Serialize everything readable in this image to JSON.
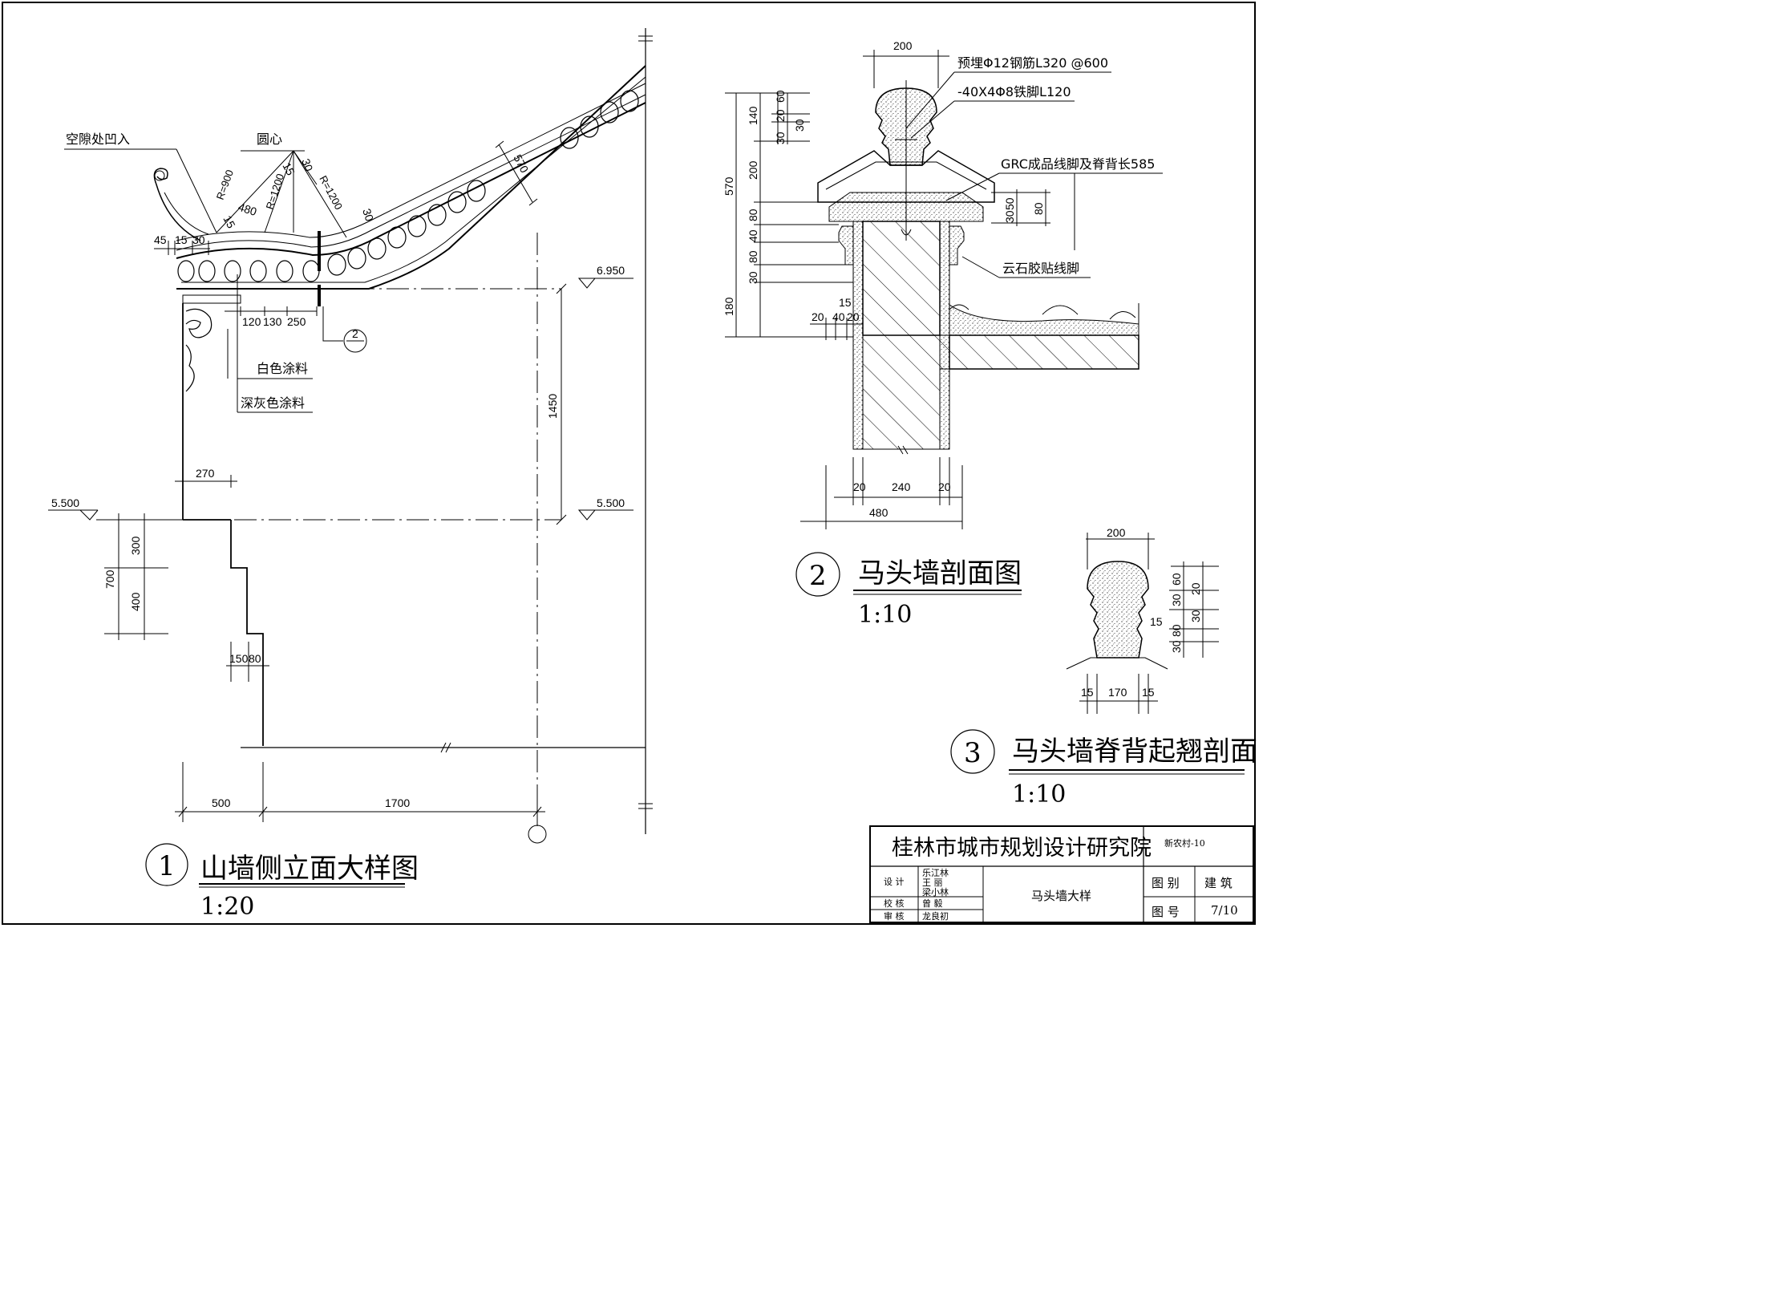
{
  "drawings": {
    "elevation": {
      "number": "1",
      "title": "山墙侧立面大样图",
      "scale": "1:20",
      "labels": {
        "gap_recess": "空隙处凹入",
        "center": "圆心",
        "white_paint": "白色涂料",
        "dark_gray_paint": "深灰色涂料"
      },
      "radii": {
        "r900": "R=900",
        "r1200a": "R=1200",
        "r1200b": "R=1200"
      },
      "dims": {
        "d45": "45",
        "d15": "15",
        "d30a": "30",
        "d480": "480",
        "d15b": "15",
        "d15c": "15",
        "d30b": "30",
        "d30c": "30",
        "d570": "570",
        "d120": "120",
        "d130": "130",
        "d250": "250",
        "d270": "270",
        "d300": "300",
        "d400": "400",
        "d700": "700",
        "d1450": "1450",
        "d150": "150",
        "d80": "80",
        "d500": "500",
        "d1700": "1700"
      },
      "levels": {
        "top": "6.950",
        "mid": "5.500",
        "left": "5.500"
      },
      "section_ref": {
        "number": "2",
        "sheet": "—"
      }
    },
    "section_2": {
      "number": "2",
      "title": "马头墙剖面图",
      "scale": "1:10",
      "labels": {
        "rebar": "预埋Φ12钢筋L320 @600",
        "iron": "-40X4Φ8铁脚L120",
        "grc": "GRC成品线脚及脊背长585",
        "stone": "云石胶贴线脚"
      },
      "dims": {
        "top200": "200",
        "v570": "570",
        "v140": "140",
        "v200": "200",
        "v80": "80",
        "v40": "40",
        "v80b": "80",
        "v30": "30",
        "v180": "180",
        "v60": "60",
        "v20": "20",
        "v30b": "30",
        "v30c": "30",
        "r50": "50",
        "r30": "30",
        "r80": "80",
        "h20a": "20",
        "h40": "40",
        "h20b": "20",
        "h15": "15",
        "b20a": "20",
        "b240": "240",
        "b20b": "20",
        "b480": "480"
      }
    },
    "section_3": {
      "number": "3",
      "title": "马头墙脊背起翘剖面",
      "scale": "1:10",
      "dims": {
        "top200": "200",
        "v60": "60",
        "v30": "30",
        "v20": "20",
        "v30b": "30",
        "v15": "15",
        "v80": "80",
        "v30c": "30",
        "b15a": "15",
        "b170": "170",
        "b15b": "15"
      }
    }
  },
  "title_block": {
    "institute": "桂林市城市规划设计研究院",
    "project": "新农村-10",
    "drawing_name": "马头墙大样",
    "rows": {
      "design_label": "设  计",
      "designers": [
        "乐江林",
        "王  丽",
        "梁小林"
      ],
      "check_label": "校 核",
      "checker": "曾  毅",
      "review_label": "审 核",
      "reviewer": "龙良初"
    },
    "category_label": "图 别",
    "category_value": "建  筑",
    "number_label": "图 号",
    "number_value": "7/10"
  }
}
